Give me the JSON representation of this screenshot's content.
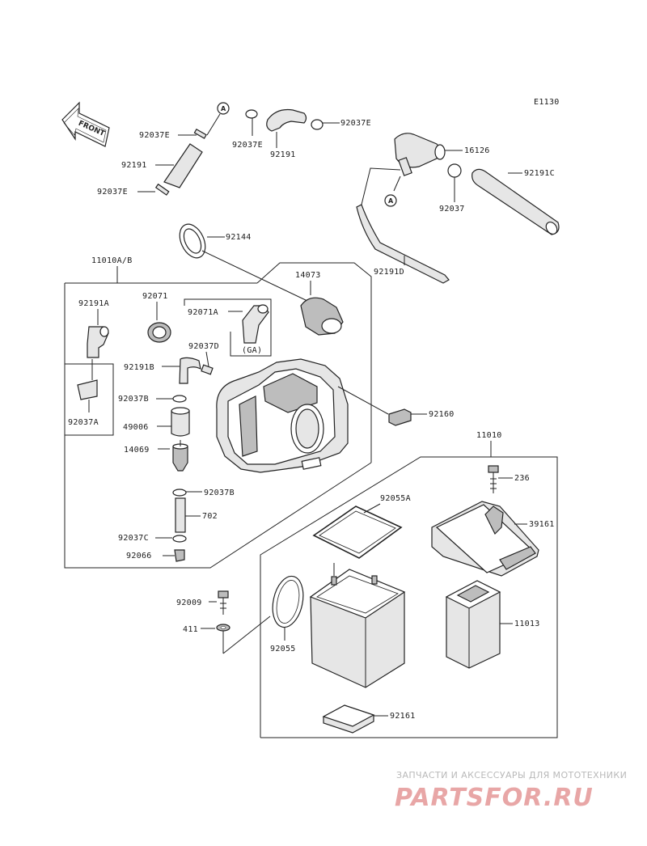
{
  "diagram_code": "E1130",
  "front_label": "FRONT",
  "ref_marker": "A",
  "parts": {
    "p92037E_a": "92037E",
    "p92037E_b": "92037E",
    "p92037E_c": "92037E",
    "p92037E_d": "92037E",
    "p92191_a": "92191",
    "p92191_b": "92191",
    "p16126": "16126",
    "p92191C": "92191C",
    "p92037": "92037",
    "p92144": "92144",
    "p92191D": "92191D",
    "p11010AB": "11010A/B",
    "p14073": "14073",
    "p92071": "92071",
    "p92071A": "92071A",
    "pGA": "(GA)",
    "p92191A": "92191A",
    "p92037D": "92037D",
    "p92191B": "92191B",
    "p92037B_a": "92037B",
    "p92037B_b": "92037B",
    "p49006": "49006",
    "p14069": "14069",
    "p92037A": "92037A",
    "p92160": "92160",
    "p11010": "11010",
    "p236": "236",
    "p92055A": "92055A",
    "p39161": "39161",
    "p702": "702",
    "p92037C": "92037C",
    "p92066": "92066",
    "p92009": "92009",
    "p411": "411",
    "p92055": "92055",
    "p11013": "11013",
    "p92161": "92161"
  },
  "watermark": {
    "caption": "ЗАПЧАСТИ И АКСЕССУАРЫ ДЛЯ МОТОТЕХНИКИ",
    "logo": "PARTSFOR.RU"
  }
}
